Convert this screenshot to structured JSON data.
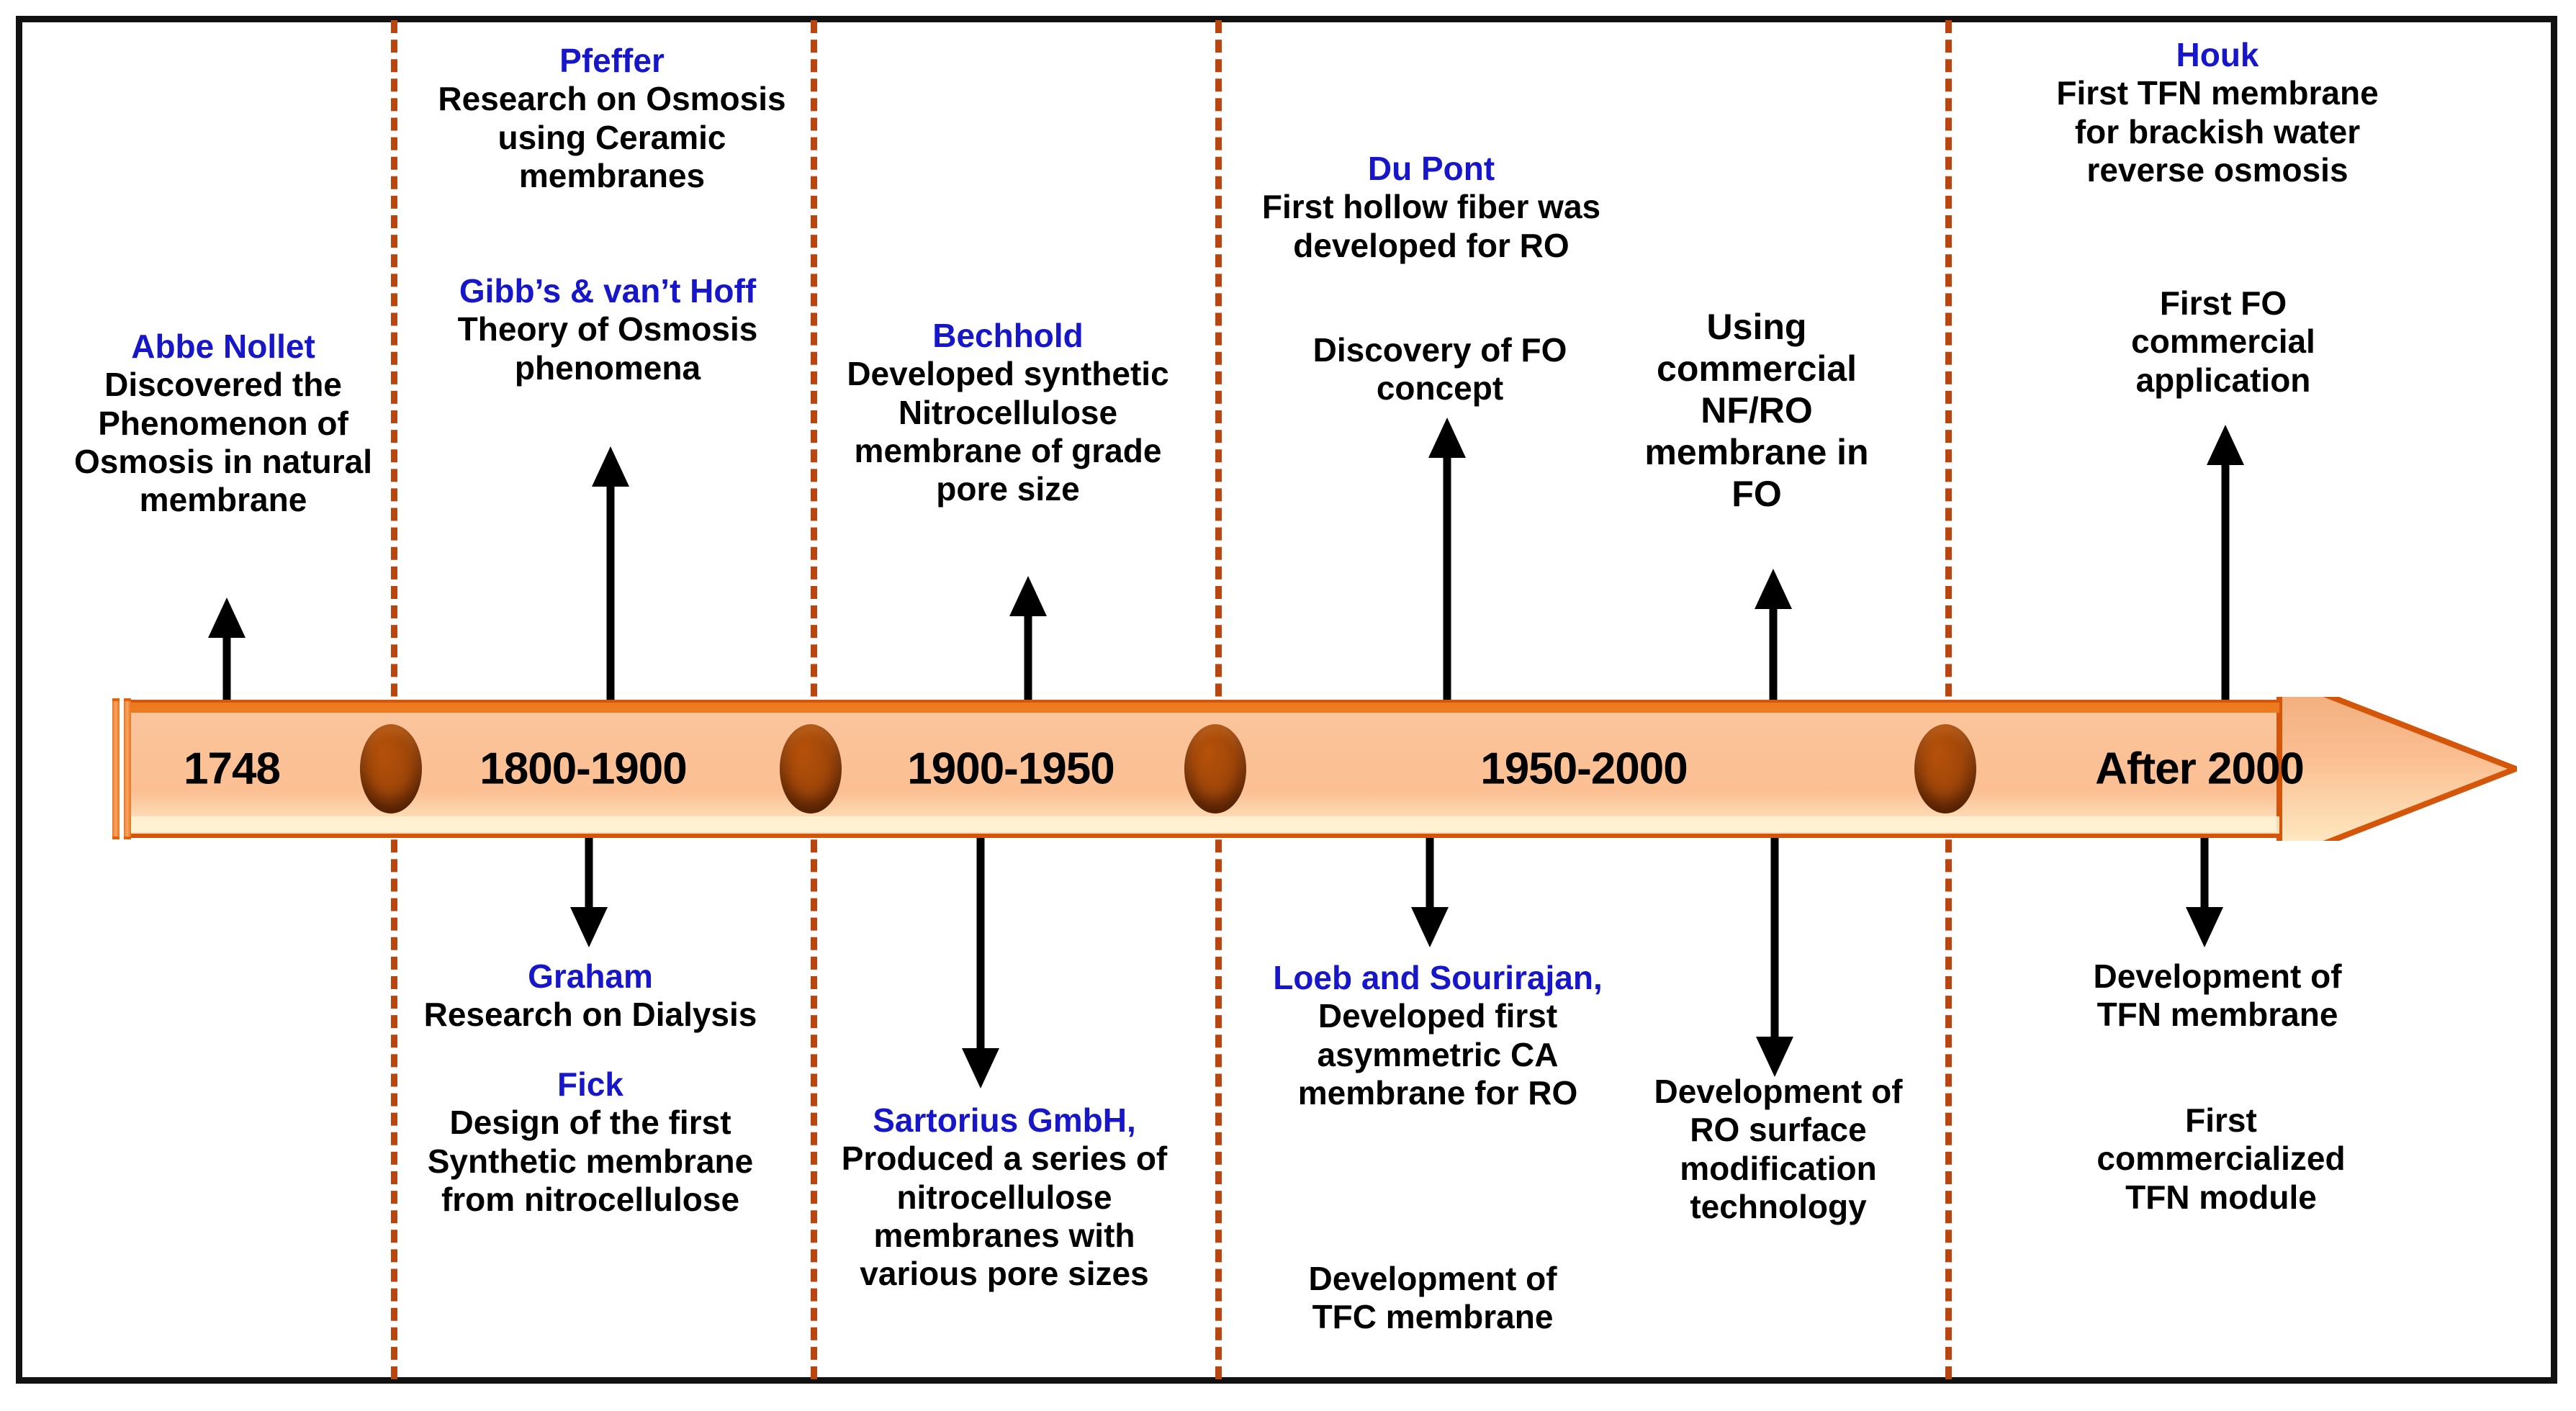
{
  "figure": {
    "kind": "historical-timeline",
    "accent_orange": "#e2620c",
    "divider_color": "#b9450f",
    "name_color": "#1717c9",
    "body_color": "#000000",
    "node_color": "#a1470a"
  },
  "timeline": {
    "eras": [
      {
        "id": "era-1748",
        "label": "1748"
      },
      {
        "id": "era-1800-1900",
        "label": "1800-1900"
      },
      {
        "id": "era-1900-1950",
        "label": "1900-1950"
      },
      {
        "id": "era-1950-2000",
        "label": "1950-2000"
      },
      {
        "id": "era-after-2000",
        "label": "After 2000"
      }
    ]
  },
  "above": [
    {
      "id": "abbe-nollet",
      "name": "Abbe Nollet",
      "body": "Discovered the Phenomenon of Osmosis in natural membrane"
    },
    {
      "id": "pfeffer",
      "name": "Pfeffer",
      "body": "Research on Osmosis using Ceramic membranes"
    },
    {
      "id": "gibbs-vant-hoff",
      "name": "Gibb’s & van’t Hoff",
      "body": "Theory of  Osmosis phenomena"
    },
    {
      "id": "bechhold",
      "name": "Bechhold",
      "body": "Developed synthetic Nitrocellulose membrane of grade pore size"
    },
    {
      "id": "du-pont",
      "name": "Du Pont",
      "body": "First hollow fiber was developed for RO"
    },
    {
      "id": "discovery-fo-concept",
      "name": "",
      "body": "Discovery of FO concept"
    },
    {
      "id": "commercial-nf-ro-in-fo",
      "name": "",
      "body": "Using commercial NF/RO membrane in FO"
    },
    {
      "id": "houk",
      "name": "Houk",
      "body": "First TFN membrane for brackish water reverse osmosis"
    },
    {
      "id": "first-fo-commercial-application",
      "name": "",
      "body": "First FO commercial application"
    }
  ],
  "below": [
    {
      "id": "graham",
      "name": "Graham",
      "body": "Research on Dialysis"
    },
    {
      "id": "fick",
      "name": "Fick",
      "body": "Design of the first Synthetic membrane from nitrocellulose"
    },
    {
      "id": "sartorius-gmbh",
      "name": "Sartorius GmbH,",
      "body": "Produced  a series of nitrocellulose membranes with various pore sizes"
    },
    {
      "id": "loeb-sourirajan",
      "name": "Loeb and  Sourirajan,",
      "body": "Developed first asymmetric CA membrane for RO"
    },
    {
      "id": "development-tfc-membrane",
      "name": "",
      "body": "Development of TFC membrane"
    },
    {
      "id": "ro-surface-modification",
      "name": "",
      "body": "Development of RO surface modification technology"
    },
    {
      "id": "development-tfn-membrane",
      "name": "",
      "body": "Development of TFN membrane"
    },
    {
      "id": "first-commercialized-tfn-module",
      "name": "",
      "body": "First commercialized TFN module"
    }
  ]
}
